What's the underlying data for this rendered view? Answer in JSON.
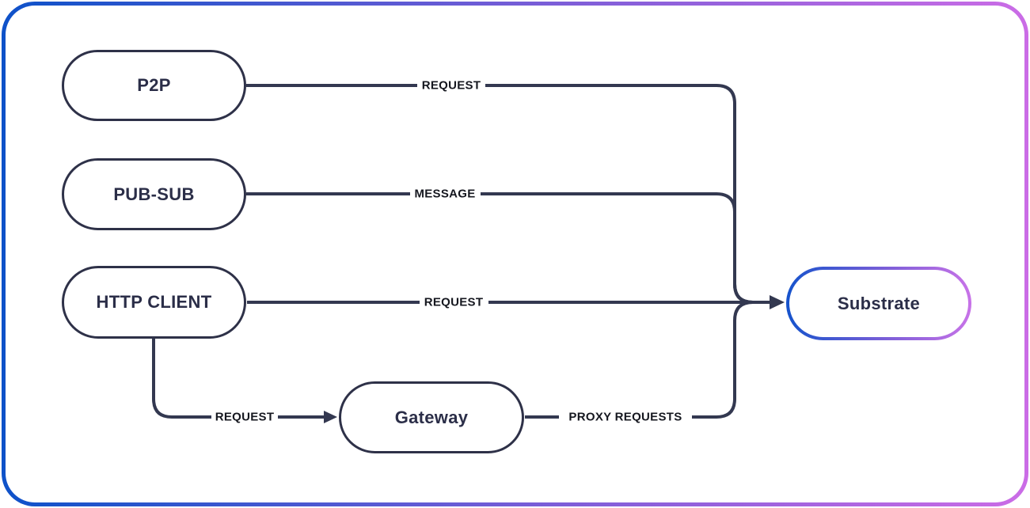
{
  "diagram": {
    "title": "",
    "nodes": [
      {
        "id": "p2p",
        "label": "P2P"
      },
      {
        "id": "pub-sub",
        "label": "PUB-SUB"
      },
      {
        "id": "http-client",
        "label": "HTTP CLIENT"
      },
      {
        "id": "gateway",
        "label": "Gateway"
      },
      {
        "id": "substrate",
        "label": "Substrate"
      }
    ],
    "edges": [
      {
        "from": "P2P",
        "to": "Substrate",
        "label": "REQUEST"
      },
      {
        "from": "PUB-SUB",
        "to": "Substrate",
        "label": "MESSAGE"
      },
      {
        "from": "HTTP CLIENT",
        "to": "Substrate",
        "label": "REQUEST"
      },
      {
        "from": "HTTP CLIENT",
        "to": "Gateway",
        "label": "REQUEST"
      },
      {
        "from": "Gateway",
        "to": "Substrate",
        "label": "PROXY REQUESTS"
      }
    ]
  },
  "colors": {
    "line": "#333850",
    "node_border": "#2e3148",
    "node_text": "#2b2e48",
    "edge_label_text": "#15171f",
    "frame_start": "#0e52c9",
    "frame_mid": "#7e5ed8",
    "frame_end": "#cb6ce6",
    "substrate_start": "#1553cc",
    "substrate_mid": "#7d5fd8",
    "substrate_end": "#c873e8"
  }
}
